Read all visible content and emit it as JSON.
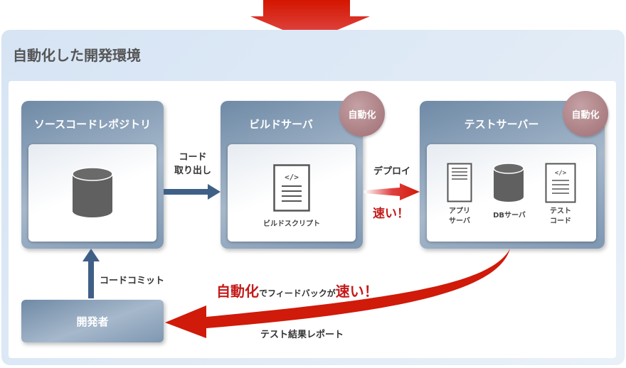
{
  "title": "自動化した開発環境",
  "badge": "自動化",
  "boxes": {
    "repo": "ソースコードレポジトリ",
    "build": "ビルドサーバ",
    "build_item": "ビルドスクリプト",
    "test": "テストサーバー",
    "test_items": [
      "アプリ\nサーバ",
      "DBサーバ",
      "テスト\nコード"
    ],
    "developer": "開発者"
  },
  "labels": {
    "checkout": "コード\n取り出し",
    "deploy": "デプロイ",
    "fast": "速い！",
    "commit": "コードコミット",
    "feedback_1": "自動化",
    "feedback_2": "でフィードバックが",
    "feedback_3": "速い！",
    "report": "テスト結果レポート"
  },
  "colors": {
    "red": "#c41a1a",
    "blue": "#3f5f86",
    "box": "#7e97b2"
  }
}
